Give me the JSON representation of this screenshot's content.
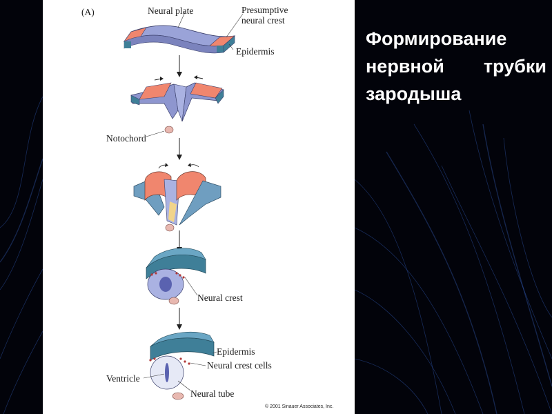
{
  "figure": {
    "panel_label": "(A)",
    "labels": {
      "neural_plate": "Neural plate",
      "presumptive_neural_crest_1": "Presumptive",
      "presumptive_neural_crest_2": "neural crest",
      "epidermis_top": "Epidermis",
      "notochord": "Notochord",
      "neural_crest": "Neural crest",
      "epidermis_bottom": "Epidermis",
      "neural_crest_cells": "Neural crest cells",
      "ventricle": "Ventricle",
      "neural_tube": "Neural tube"
    },
    "copyright": "© 2001 Sinauer Associates, Inc."
  },
  "slide": {
    "title_line1": "Формирование",
    "title_line2_word1": "нервной",
    "title_line2_word2": "трубки",
    "title_line3": "зародыша"
  },
  "colors": {
    "background": "#02030a",
    "neural_plate": "#8e96cf",
    "neural_crest": "#f0866e",
    "epidermis": "#3f7f98",
    "notochord": "#e8b8b0"
  }
}
